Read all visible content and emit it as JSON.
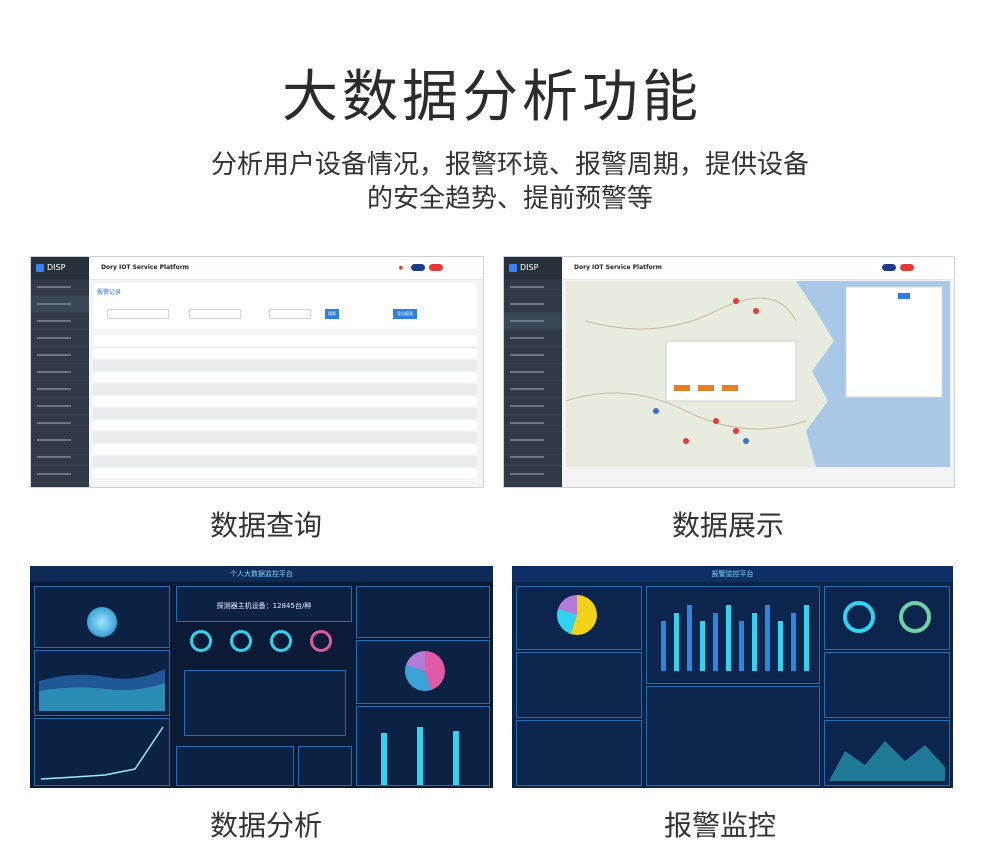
{
  "header": {
    "title": "大数据分析功能",
    "subtitle_line1": "分析用户设备情况，报警环境、报警周期，提供设备",
    "subtitle_line2": "的安全趋势、提前预警等"
  },
  "panels": [
    {
      "caption": "数据查询"
    },
    {
      "caption": "数据展示"
    },
    {
      "caption": "数据分析"
    },
    {
      "caption": "报警监控"
    }
  ],
  "screens": {
    "app_logo": "DISP",
    "app_title": "Dory IOT Service Platform",
    "query_panel": {
      "heading": "报警记录",
      "search_button": "搜索",
      "export_button": "导出报表"
    },
    "analysis": {
      "title": "个人大数据监控平台",
      "counter": "探测器主机设备：12845台/种"
    },
    "monitor": {
      "title": "报警监控平台"
    }
  },
  "colors": {
    "accent_blue": "#2f7fe0",
    "sidebar": "#2f3a46",
    "dark_bg": "#0b1a35",
    "cyan": "#2fd5f0",
    "alert_red": "#e53935"
  }
}
